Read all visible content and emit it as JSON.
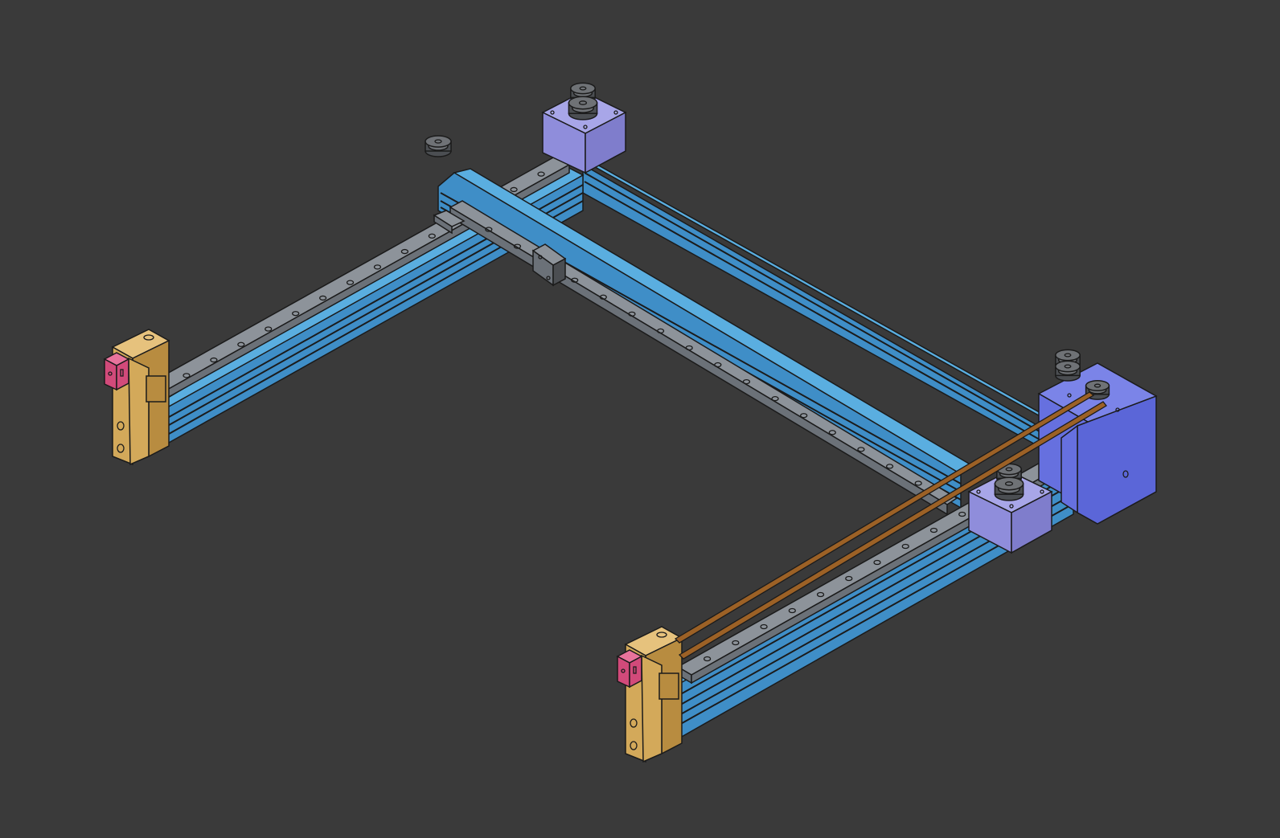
{
  "colors": {
    "background": "#3a3a3a",
    "outline": "#1b1b1b",
    "extrusion_top": "#5aaee0",
    "extrusion_side": "#3f8ec7",
    "extrusion_dark": "#2a6e9f",
    "rail_top": "#8d939a",
    "rail_side": "#6b7178",
    "bracket_front": "#d3a95a",
    "bracket_top": "#e6c27d",
    "bracket_side": "#b88c40",
    "endstop_front": "#d24a7a",
    "endstop_top": "#e8739c",
    "motor_top": "#a8a6e8",
    "motor_left": "#8f8ddb",
    "motor_right": "#7f7dcc",
    "hotend_top": "#7b84e8",
    "hotend_left": "#6670df",
    "hotend_right": "#5b66d8",
    "belt": "#9c6126",
    "pulley_light": "#6f7276",
    "pulley_dark": "#4b4e52"
  },
  "parts": {
    "extrusions": [
      "x-gantry-extrusion",
      "left-y-extrusion",
      "right-y-extrusion",
      "rear-extrusion"
    ],
    "linear_rails": [
      "left-y-rail",
      "right-y-rail",
      "x-rail"
    ],
    "motors": [
      "rear-stepper-motor",
      "front-stepper-motor"
    ],
    "carriage": [
      "toolhead-block"
    ],
    "brackets": [
      "left-front-bracket",
      "right-front-bracket"
    ],
    "endstops": [
      "left-endstop",
      "right-endstop"
    ],
    "pulleys": [
      "loose-idler-pulley",
      "rear-motor-pulley",
      "front-motor-pulley",
      "toolhead-idler-pulley-1",
      "toolhead-idler-pulley-2"
    ],
    "belts": [
      "x-belt-upper",
      "x-belt-lower"
    ]
  }
}
